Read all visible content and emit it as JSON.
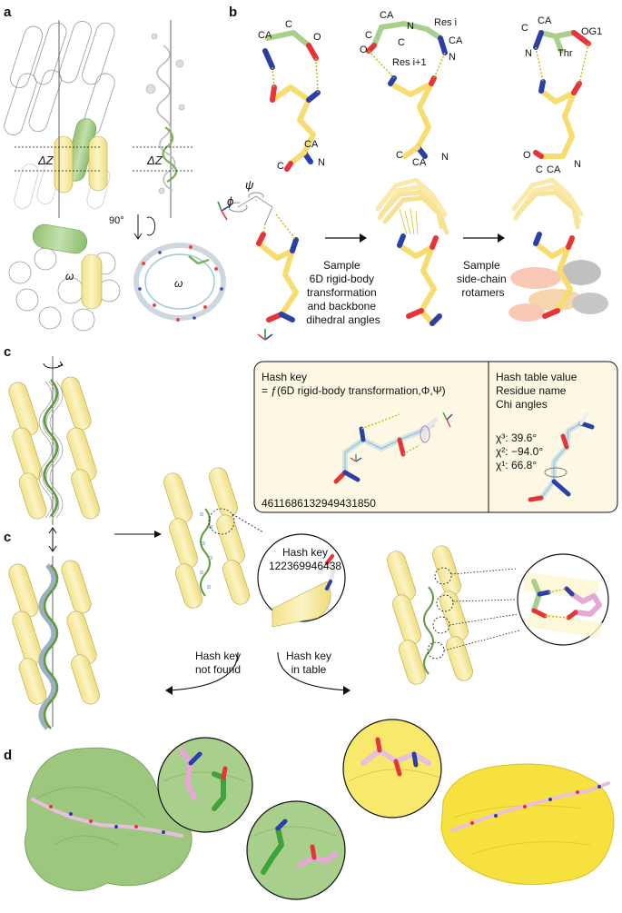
{
  "panels": {
    "a": "a",
    "b": "b",
    "c1": "c",
    "c2": "c",
    "d": "d"
  },
  "panel_a": {
    "delta_z_left": "ΔZ",
    "delta_z_right": "ΔZ",
    "rotation": "90°",
    "omega_left": "ω",
    "omega_right": "ω"
  },
  "panel_b": {
    "struct1": {
      "ca": "CA",
      "c_top": "C",
      "o": "O",
      "c_bottom": "C",
      "ca_bottom": "CA",
      "n_bottom": "N"
    },
    "struct2": {
      "ca": "CA",
      "n_top": "N",
      "c_top": "C",
      "res_i": "Res i",
      "o_left": "O",
      "res_i1": "Res i+1",
      "c_left": "C",
      "ca_right": "CA",
      "n_right": "N",
      "c_bottom": "C",
      "ca_bottom": "CA",
      "n_bottom": "N"
    },
    "struct3": {
      "c": "C",
      "ca": "CA",
      "og1": "OG1",
      "n": "N",
      "thr": "Thr",
      "o": "O",
      "c_bottom": "C",
      "ca_bottom": "CA",
      "n_bottom": "N"
    },
    "psi": "ψ",
    "phi": "ϕ",
    "step1": [
      "Sample",
      "6D rigid-body",
      "transformation",
      "and backbone",
      "dihedral angles"
    ],
    "step2": [
      "Sample",
      "side-chain",
      "rotamers"
    ]
  },
  "panel_c": {
    "hash_key_box": {
      "title": "Hash key",
      "formula": "= ƒ(6D rigid-body transformation,Φ,Ψ)",
      "key_value": "4611686132949431850"
    },
    "hash_value_box": {
      "title": "Hash table value",
      "line2": "Residue name",
      "line3": "Chi angles",
      "chi3": "χ³: 39.6°",
      "chi2": "χ²: −94.0°",
      "chi1": "χ¹: 66.8°"
    },
    "zoom_label": "Hash key",
    "zoom_value": "122369946438",
    "not_found": [
      "Hash key",
      "not found"
    ],
    "in_table": [
      "Hash key",
      "in table"
    ]
  },
  "colors": {
    "helix_yellow": "#f8eea6",
    "helix_green": "#a9cf8c",
    "box_bg": "#fdf8e4",
    "stick_yellow": "#f7dc6f",
    "oxygen_red": "#e5343a",
    "nitrogen_blue": "#2b3fa5",
    "surface_green": "#9dc77e",
    "surface_yellow": "#f6e13e",
    "peptide_pink": "#e6a9d3"
  }
}
